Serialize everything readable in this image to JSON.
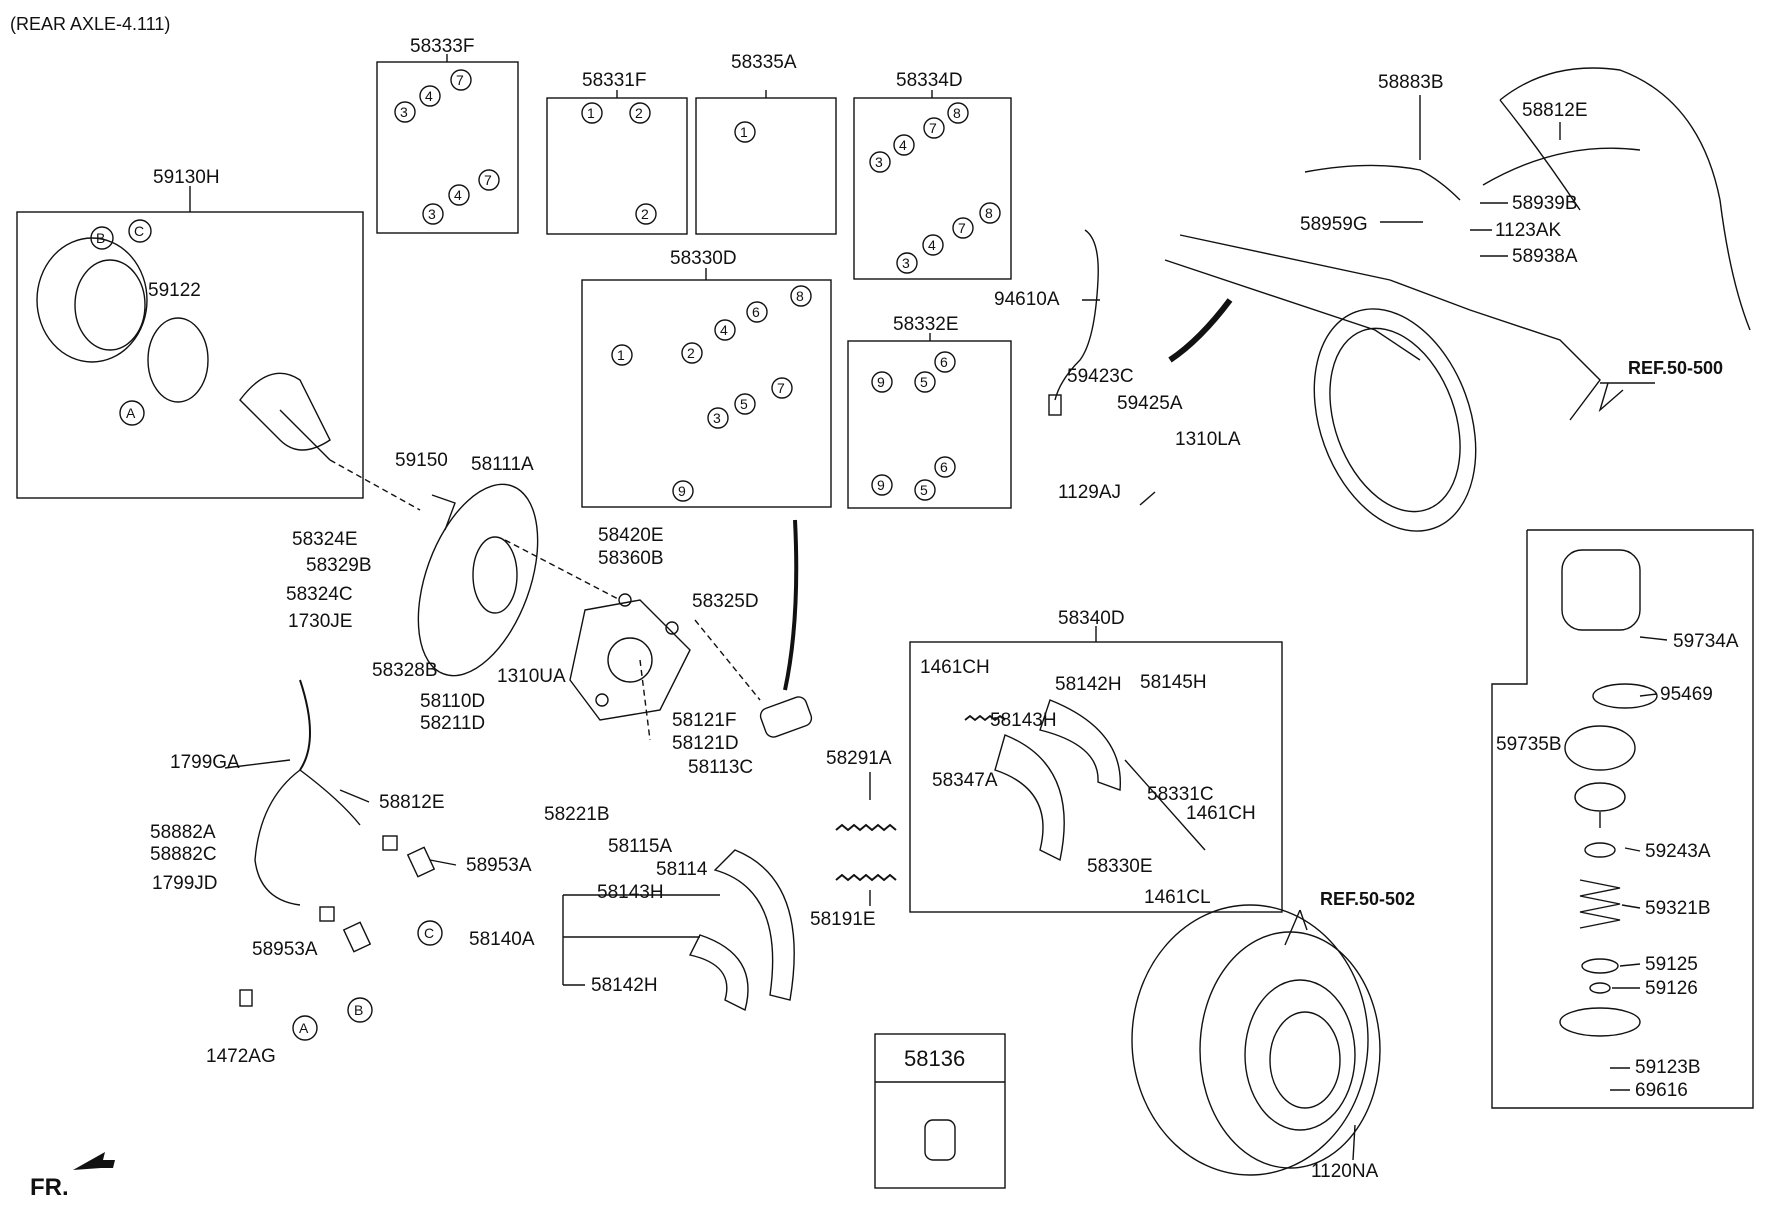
{
  "title": "(REAR AXLE-4.111)",
  "orientation": "FR.",
  "references": [
    "REF.50-500",
    "REF.50-502"
  ],
  "kit_box_labels": [
    "58333F",
    "58331F",
    "58335A",
    "58334D",
    "58330D",
    "58332E",
    "58340D",
    "58136",
    "59130H"
  ],
  "part_labels": [
    "59122",
    "59150",
    "58111A",
    "58324E",
    "58329B",
    "58324C",
    "1730JE",
    "58328B",
    "58110D",
    "58211D",
    "1310UA",
    "58420E",
    "58360B",
    "58325D",
    "58121F",
    "58121D",
    "58113C",
    "58221B",
    "58115A",
    "58114",
    "1799GA",
    "58812E",
    "58882A",
    "58882C",
    "1799JD",
    "58953A",
    "58953A",
    "1472AG",
    "58143H",
    "58140A",
    "58142H",
    "58291A",
    "58191E",
    "1461CH",
    "58142H",
    "58145H",
    "58143H",
    "58347A",
    "58331C",
    "1461CH",
    "58330E",
    "1461CL",
    "94610A",
    "59423C",
    "59425A",
    "1310LA",
    "1129AJ",
    "58883B",
    "58812E",
    "58959G",
    "58939B",
    "1123AK",
    "58938A",
    "1120NA",
    "59734A",
    "95469",
    "59735B",
    "59243A",
    "59321B",
    "59125",
    "59126",
    "59123B",
    "69616"
  ],
  "callouts": [
    "A",
    "B",
    "C",
    "1",
    "2",
    "3",
    "4",
    "5",
    "6",
    "7",
    "8",
    "9"
  ]
}
